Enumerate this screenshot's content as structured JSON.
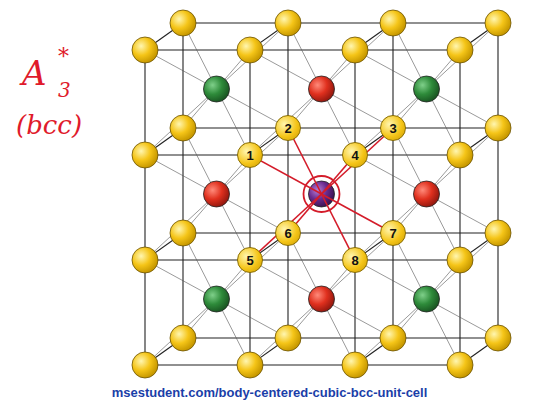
{
  "diagram": {
    "caption": "msestudent.com/body-centered-cubic-bcc-unit-cell",
    "nodes": [
      {
        "text": [
          "1"
        ]
      },
      {
        "text": [
          "2"
        ]
      },
      {
        "text": [
          "3"
        ]
      },
      {
        "text": [
          "4"
        ]
      },
      {
        "text": [
          "5"
        ]
      },
      {
        "text": [
          "6"
        ]
      },
      {
        "text": [
          "7"
        ]
      },
      {
        "text": [
          "8"
        ]
      }
    ],
    "labels": [
      "A",
      "*",
      "3",
      "(bcc)"
    ]
  }
}
